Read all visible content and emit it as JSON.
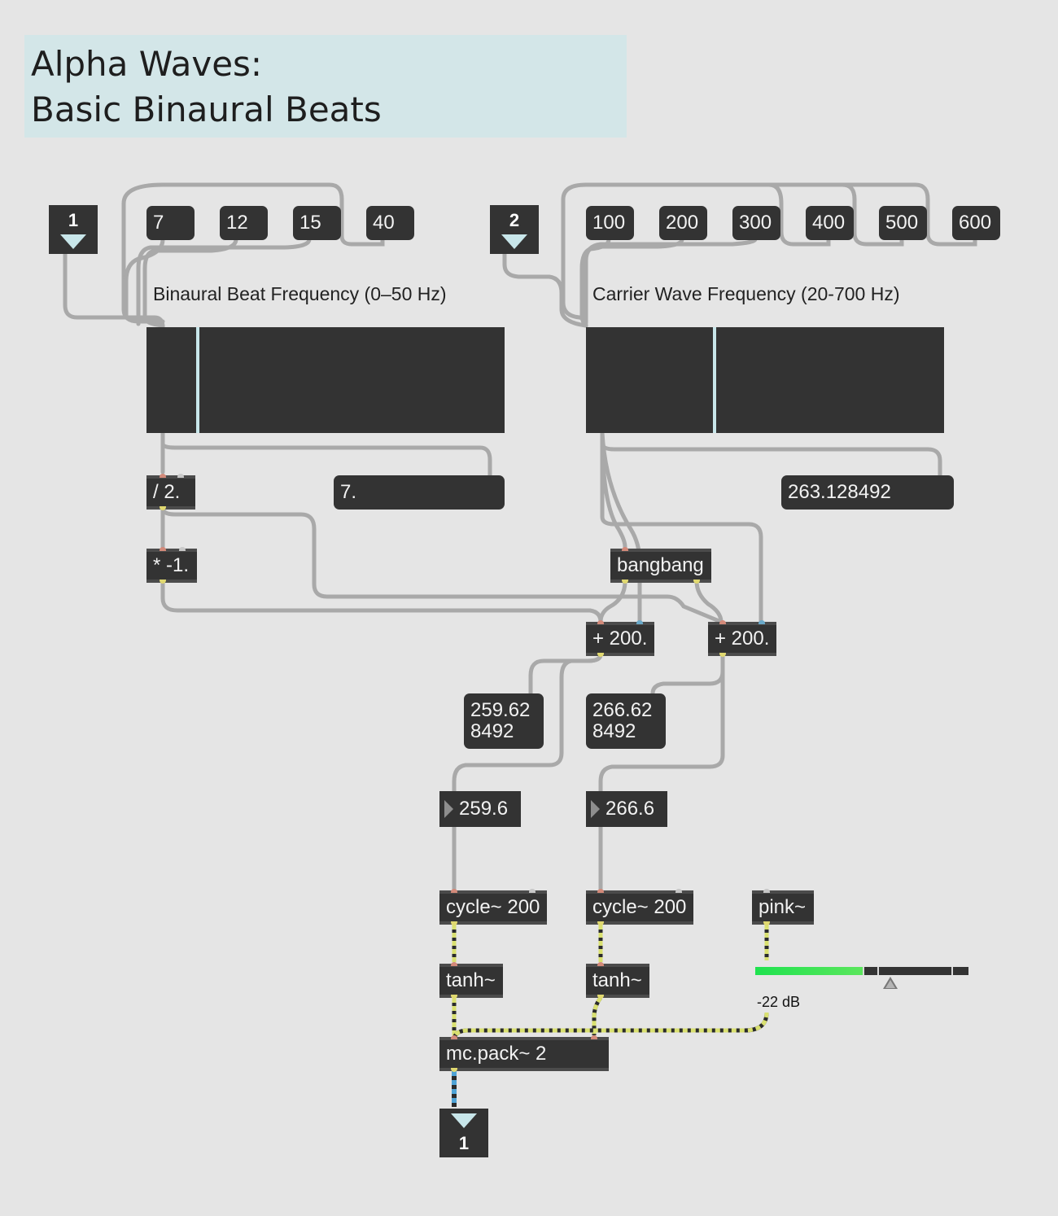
{
  "comment": {
    "title_line1": "Alpha Waves:",
    "title_line2": "Basic Binaural Beats"
  },
  "inlets": {
    "inlet1": "1",
    "inlet2": "2"
  },
  "outlet": {
    "label": "1"
  },
  "beat_presets": [
    "7",
    "12",
    "15",
    "40"
  ],
  "carrier_presets": [
    "100",
    "200",
    "300",
    "400",
    "500",
    "600"
  ],
  "beat_label": "Binaural Beat Frequency (0–50 Hz)",
  "carrier_label": "Carrier Wave Frequency (20-700 Hz)",
  "beat_slider": {
    "value": 7,
    "min": 0,
    "max": 50
  },
  "carrier_slider": {
    "value": 263.128492,
    "min": 20,
    "max": 700
  },
  "beat_display": "7.",
  "carrier_display": "263.128492",
  "objects": {
    "divide": "/ 2.",
    "negate": "* -1.",
    "bangbang": "bangbang",
    "add_left": "+ 200.",
    "add_right": "+ 200.",
    "cycle_left": "cycle~ 200",
    "cycle_right": "cycle~ 200",
    "pink": "pink~",
    "tanh_left": "tanh~",
    "tanh_right": "tanh~",
    "mcpack": "mc.pack~ 2"
  },
  "results": {
    "left": "259.62\n8492",
    "right": "266.62\n8492"
  },
  "number_boxes": {
    "left": "259.6",
    "right": "266.6"
  },
  "gain": {
    "label": "-22 dB",
    "level": 0.51
  },
  "colors": {
    "background": "#e5e5e5",
    "comment_bg": "#d3e6e8",
    "box": "#333333",
    "patch_cord": "#a9a9a9",
    "signal_cord": "#d9e070",
    "mc_cord": "#4fa3d6",
    "meter_green": "#1fe24f"
  }
}
